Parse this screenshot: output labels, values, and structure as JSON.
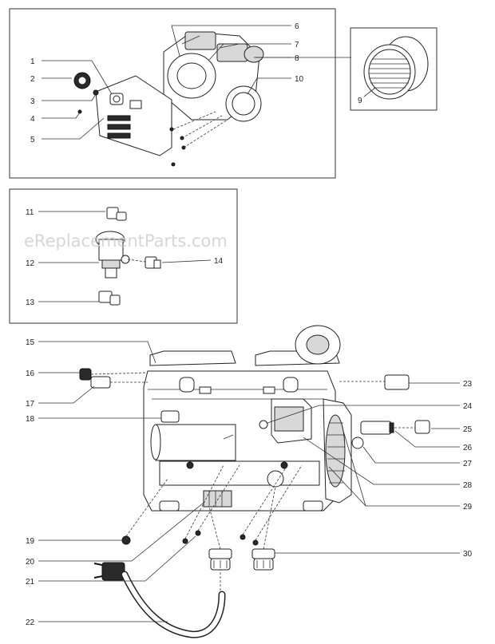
{
  "watermark": "eReplacementParts.com",
  "labels": {
    "l1": "1",
    "l2": "2",
    "l3": "3",
    "l4": "4",
    "l5": "5",
    "l6": "6",
    "l7": "7",
    "l8": "8",
    "l9": "9",
    "l10": "10",
    "l11": "11",
    "l12": "12",
    "l13": "13",
    "l14": "14",
    "l15": "15",
    "l16": "16",
    "l17": "17",
    "l18": "18",
    "l19": "19",
    "l20": "20",
    "l21": "21",
    "l22": "22",
    "l23": "23",
    "l24": "24",
    "l25": "25",
    "l26": "26",
    "l27": "27",
    "l28": "28",
    "l29": "29",
    "l30": "30"
  }
}
